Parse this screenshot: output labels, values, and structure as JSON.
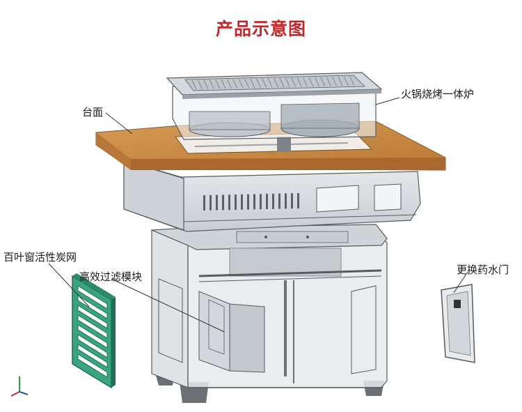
{
  "title": "产品示意图",
  "labels": {
    "grill": "火锅烧烤一体炉",
    "countertop": "台面",
    "louver": "百叶窗活性炭网",
    "filter": "高效过滤模块",
    "door": "更换药水门"
  },
  "colors": {
    "title": "#c0282d",
    "wood": "#c98a45",
    "wood_dark": "#9a6229",
    "louver_green": "#3aa37f",
    "louver_dark": "#1f6e52",
    "metal": "#d9dde1",
    "metal_dark": "#9aa1a8",
    "line": "#555b60"
  }
}
